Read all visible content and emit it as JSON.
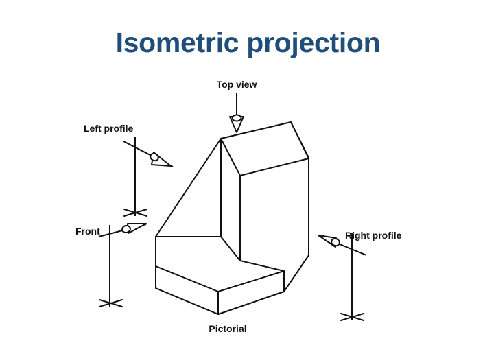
{
  "slide": {
    "title": "Isometric projection",
    "title_color": "#1F4E79",
    "background_color": "#FFFFFF",
    "line_color": "#111111"
  },
  "diagram": {
    "type": "isometric-projection-view-directions",
    "subject_label": "Pictorial",
    "solid": {
      "shape": "L-shaped block",
      "description": "Isometric pictorial of an L-shaped (angle) block with a low horizontal base slab and a tall vertical back wall",
      "faces": [
        "top of base slab",
        "front face of base",
        "left end face",
        "front face of vertical wall",
        "top of vertical wall",
        "right side face"
      ]
    },
    "view_markers": [
      {
        "id": "top-view",
        "label": "Top view",
        "direction": "downward",
        "arrow_glyph": "eye-arrow-down",
        "has_cross_mark": false
      },
      {
        "id": "left-profile",
        "label": "Left profile",
        "direction": "down-right",
        "arrow_glyph": "eye-arrow-down-right",
        "has_cross_mark": true
      },
      {
        "id": "front",
        "label": "Front",
        "direction": "right",
        "arrow_glyph": "eye-arrow-right",
        "has_cross_mark": true
      },
      {
        "id": "right-profile",
        "label": "Right profile",
        "direction": "up-left",
        "arrow_glyph": "eye-arrow-up-left",
        "has_cross_mark": true
      }
    ]
  }
}
